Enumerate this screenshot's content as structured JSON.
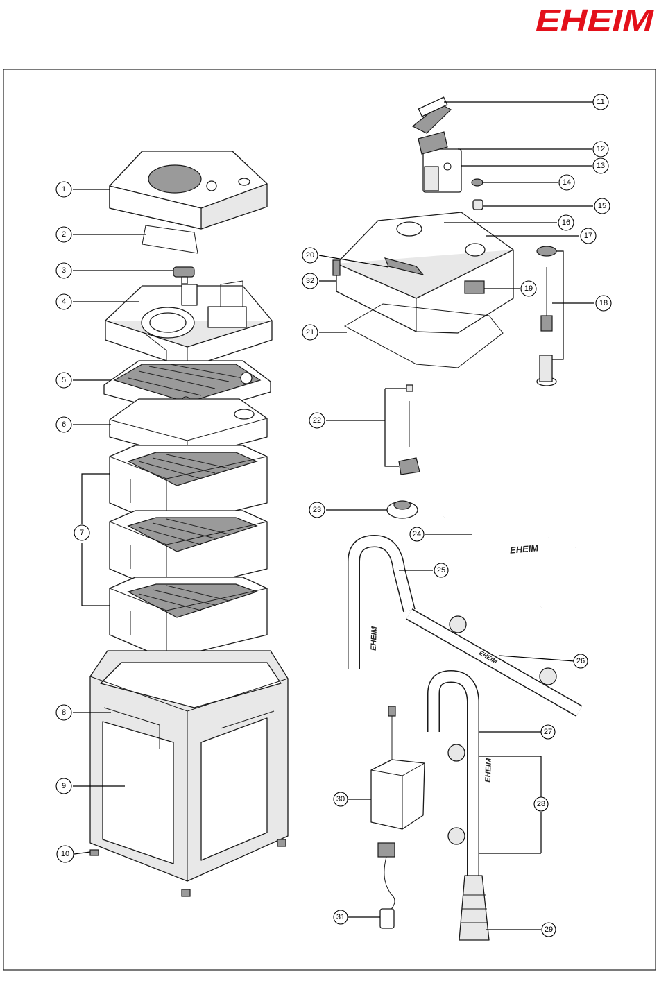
{
  "brand": {
    "logo_text": "EHEIM",
    "logo_color": "#e3101a"
  },
  "part_labels": [
    "EHEIM",
    "EHEIM",
    "EHEIM",
    "EHEIM"
  ],
  "callouts": [
    {
      "id": "c1",
      "label": "1"
    },
    {
      "id": "c2",
      "label": "2"
    },
    {
      "id": "c3",
      "label": "3"
    },
    {
      "id": "c4",
      "label": "4"
    },
    {
      "id": "c5",
      "label": "5"
    },
    {
      "id": "c6",
      "label": "6"
    },
    {
      "id": "c7",
      "label": "7"
    },
    {
      "id": "c8",
      "label": "8"
    },
    {
      "id": "c9",
      "label": "9"
    },
    {
      "id": "c10",
      "label": "10"
    },
    {
      "id": "c11",
      "label": "11"
    },
    {
      "id": "c12",
      "label": "12"
    },
    {
      "id": "c13",
      "label": "13"
    },
    {
      "id": "c14",
      "label": "14"
    },
    {
      "id": "c15",
      "label": "15"
    },
    {
      "id": "c16",
      "label": "16"
    },
    {
      "id": "c17",
      "label": "17"
    },
    {
      "id": "c18",
      "label": "18"
    },
    {
      "id": "c19",
      "label": "19"
    },
    {
      "id": "c20",
      "label": "20"
    },
    {
      "id": "c21",
      "label": "21"
    },
    {
      "id": "c22",
      "label": "22"
    },
    {
      "id": "c23",
      "label": "23"
    },
    {
      "id": "c24",
      "label": "24"
    },
    {
      "id": "c25",
      "label": "25"
    },
    {
      "id": "c26",
      "label": "26"
    },
    {
      "id": "c27",
      "label": "27"
    },
    {
      "id": "c28",
      "label": "28"
    },
    {
      "id": "c29",
      "label": "29"
    },
    {
      "id": "c30",
      "label": "30"
    },
    {
      "id": "c31",
      "label": "31"
    },
    {
      "id": "c32",
      "label": "32"
    }
  ]
}
